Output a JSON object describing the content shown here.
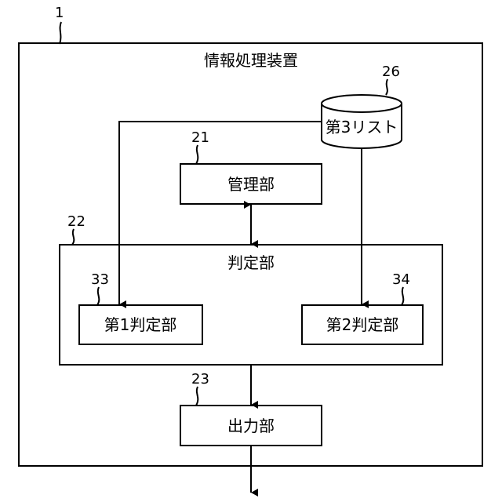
{
  "diagram": {
    "outer": {
      "ref": "1",
      "title": "情報処理装置"
    },
    "list_db": {
      "ref": "26",
      "label": "第3リスト"
    },
    "manager": {
      "ref": "21",
      "label": "管理部"
    },
    "judge": {
      "ref": "22",
      "label": "判定部"
    },
    "judge1": {
      "ref": "33",
      "label": "第1判定部"
    },
    "judge2": {
      "ref": "34",
      "label": "第2判定部"
    },
    "output": {
      "ref": "23",
      "label": "出力部"
    }
  }
}
